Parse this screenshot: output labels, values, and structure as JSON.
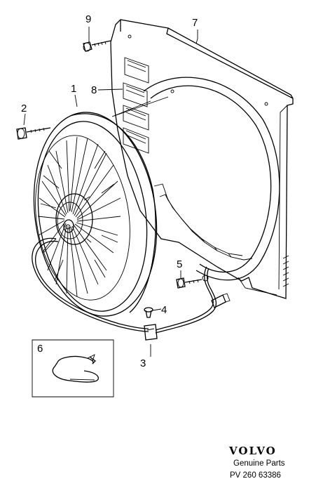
{
  "callouts": [
    {
      "id": "1",
      "label": "1"
    },
    {
      "id": "2",
      "label": "2"
    },
    {
      "id": "3",
      "label": "3"
    },
    {
      "id": "4",
      "label": "4"
    },
    {
      "id": "5",
      "label": "5"
    },
    {
      "id": "6",
      "label": "6"
    },
    {
      "id": "7",
      "label": "7"
    },
    {
      "id": "8",
      "label": "8"
    },
    {
      "id": "9",
      "label": "9"
    }
  ],
  "footer": {
    "brand": "VOLVO",
    "subtitle": "Genuine Parts",
    "code": "PV 260 63386"
  }
}
